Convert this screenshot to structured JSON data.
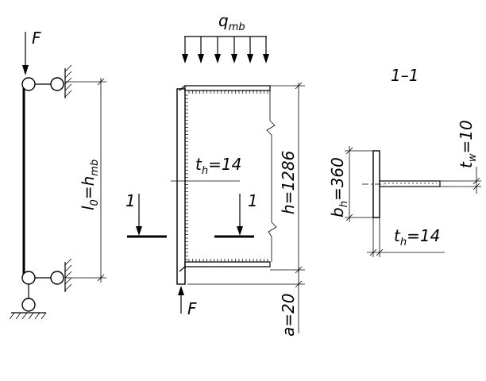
{
  "labels": {
    "force_top": "F",
    "load_q": "q",
    "load_q_sub": "mb",
    "length_l": "l",
    "length_l_sub": "0",
    "length_eq": "=h",
    "length_h_sub": "mb",
    "section_title": "1–1",
    "thickness_t": "t",
    "thickness_t_sub": "h",
    "thickness_val": "=14",
    "height_dim": "h=1286",
    "cut_left": "1",
    "cut_right": "1",
    "force_bottom": "F",
    "offset_a": "a=20",
    "width_b": "b",
    "width_b_sub": "h",
    "width_val": "=360",
    "section_t": "t",
    "section_t_sub": "h",
    "section_t_val": "=14",
    "web_t": "t",
    "web_t_sub": "w",
    "web_t_val": "=10"
  }
}
